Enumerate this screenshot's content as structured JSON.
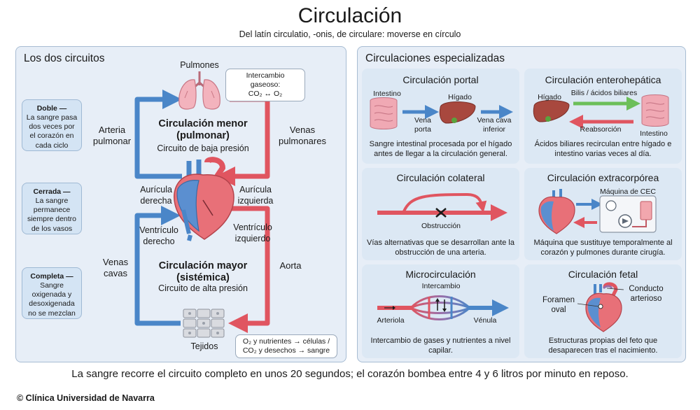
{
  "header": {
    "title": "Circulación",
    "subtitle": "Del latín circulatio, -onis, de circulare: moverse en círculo"
  },
  "left_panel": {
    "title": "Los dos circuitos",
    "boxes": [
      {
        "head": "Doble —",
        "body": "La sangre pasa dos veces por el corazón en cada ciclo"
      },
      {
        "head": "Cerrada —",
        "body": "La sangre permanece siempre dentro de los vasos"
      },
      {
        "head": "Completa —",
        "body": "Sangre oxigenada y desoxigenada no se mezclan"
      }
    ],
    "lungs_label": "Pulmones",
    "gas_exchange": {
      "line1": "Intercambio gaseoso:",
      "line2": "CO₂ ↔ O₂"
    },
    "arteria_pulmonar": "Arteria pulmonar",
    "venas_pulmonares": "Venas pulmonares",
    "menor_title": "Circulación menor (pulmonar)",
    "menor_sub": "Circuito de baja presión",
    "auricula_derecha": "Aurícula derecha",
    "auricula_izquierda": "Aurícula izquierda",
    "ventriculo_derecho": "Ventrículo derecho",
    "ventriculo_izquierdo": "Ventrículo izquierdo",
    "venas_cavas": "Venas cavas",
    "aorta": "Aorta",
    "mayor_title": "Circulación mayor (sistémica)",
    "mayor_sub": "Circuito de alta presión",
    "tejidos": "Tejidos",
    "tissue_exchange": {
      "line1": "O₂ y nutrientes → células /",
      "line2": "CO₂ y desechos → sangre"
    }
  },
  "right_panel": {
    "title": "Circulaciones especializadas",
    "cards": [
      {
        "title": "Circulación portal",
        "desc": "Sangre intestinal procesada por el hígado antes de llegar a la circulación general.",
        "labels": {
          "intestino": "Intestino",
          "higado": "Hígado",
          "vena_porta": "Vena porta",
          "vena_cava": "Vena cava inferior"
        }
      },
      {
        "title": "Circulación enterohepática",
        "desc": "Ácidos biliares recirculan entre hígado e intestino varias veces al día.",
        "labels": {
          "higado": "Hígado",
          "bilis": "Bilis / ácidos biliares",
          "reabsorcion": "Reabsorción",
          "intestino": "Intestino"
        }
      },
      {
        "title": "Circulación colateral",
        "desc": "Vías alternativas que se desarrollan ante la obstrucción de una arteria.",
        "labels": {
          "obstruccion": "Obstrucción"
        }
      },
      {
        "title": "Circulación extracorpórea",
        "desc": "Máquina que sustituye temporalmente al corazón y pulmones durante cirugía.",
        "labels": {
          "maquina": "Máquina de CEC"
        }
      },
      {
        "title": "Microcirculación",
        "desc": "Intercambio de gases y nutrientes a nivel capilar.",
        "labels": {
          "intercambio": "Intercambio",
          "arteriola": "Arteriola",
          "venula": "Vénula"
        }
      },
      {
        "title": "Circulación fetal",
        "desc": "Estructuras propias del feto que desaparecen tras el nacimiento.",
        "labels": {
          "foramen": "Foramen oval",
          "conducto": "Conducto arterioso"
        }
      }
    ]
  },
  "footer": {
    "note": "La sangre recorre el circuito completo en unos 20 segundos; el corazón bombea entre 4 y 6 litros por minuto en reposo.",
    "copyright": "© Clínica Universidad de Navarra"
  },
  "colors": {
    "oxygenated": "#e05560",
    "deoxygenated": "#4a86c8",
    "panel_bg": "#e7eef7",
    "card_bg": "#dce8f4",
    "bile_green": "#6cbf5a"
  }
}
